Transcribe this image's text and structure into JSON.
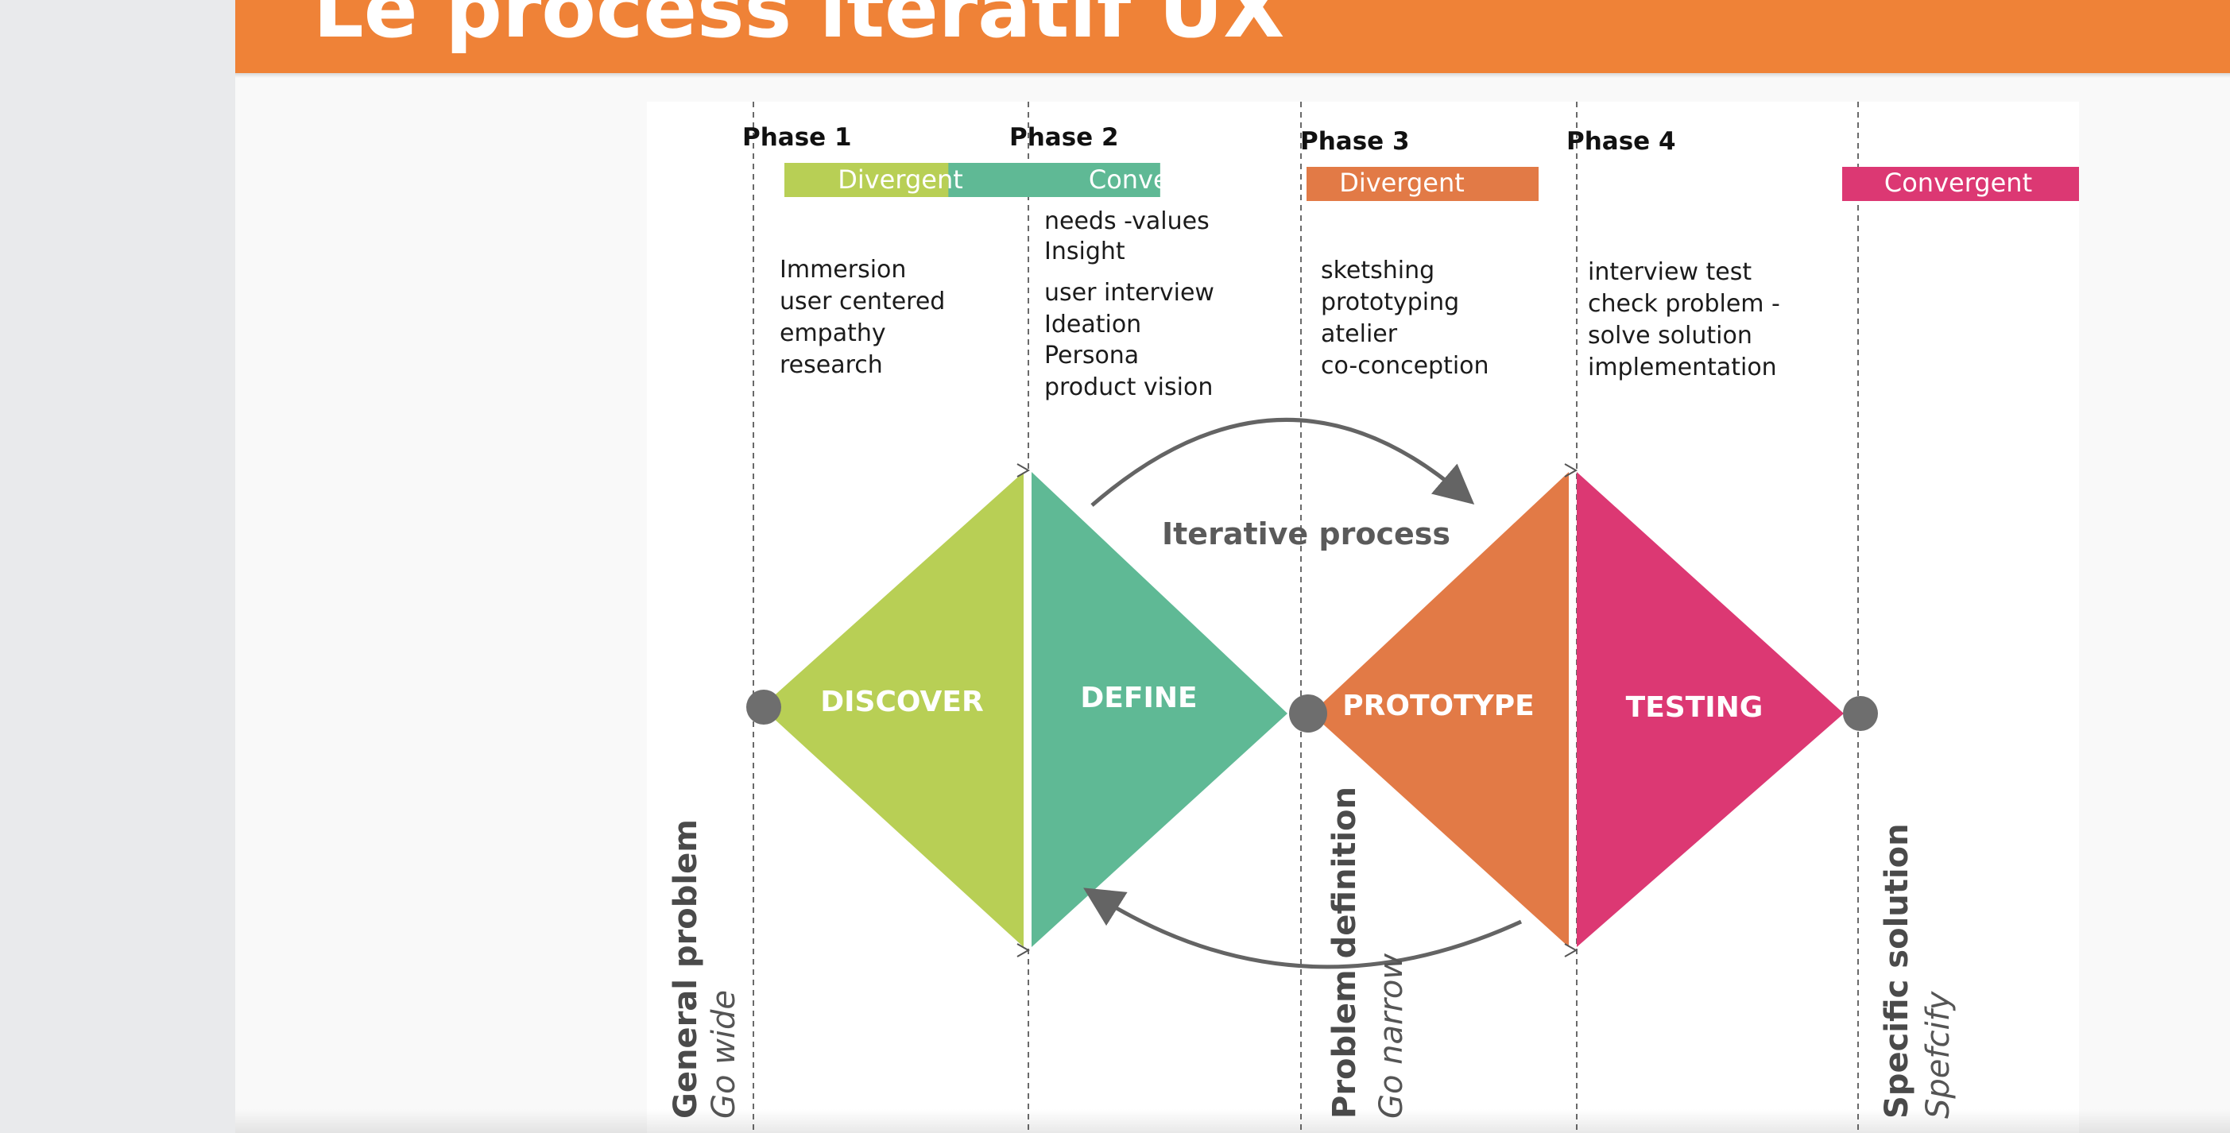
{
  "slide": {
    "title": "Le process itératif UX"
  },
  "phases": [
    {
      "label": "Phase 1",
      "mode": "Divergent",
      "color": "#b8cf55",
      "notes": [
        "Immersion",
        "user centered",
        "empathy",
        "research"
      ],
      "stage": "DISCOVER"
    },
    {
      "label": "Phase 2",
      "mode": "Convergent",
      "color": "#5fb995",
      "notes": [
        "needs -values",
        "Insight",
        "user interview",
        "Ideation",
        "Persona",
        "product vision"
      ],
      "stage": "DEFINE"
    },
    {
      "label": "Phase 3",
      "mode": "Divergent",
      "color": "#e27a46",
      "notes": [
        "sketshing",
        "prototyping",
        "atelier",
        "co-conception"
      ],
      "stage": "PROTOTYPE"
    },
    {
      "label": "Phase 4",
      "mode": "Convergent",
      "color": "#dc3873",
      "notes": [
        "interview test",
        "check problem -",
        "solve solution",
        "implementation"
      ],
      "stage": "TESTING"
    }
  ],
  "center_label": "Iterative process",
  "milestones": [
    {
      "title": "General problem",
      "subtitle": "Go wide"
    },
    {
      "title": "Problem definition",
      "subtitle": "Go narrow"
    },
    {
      "title": "Specific solution",
      "subtitle": "Spefcify"
    }
  ]
}
